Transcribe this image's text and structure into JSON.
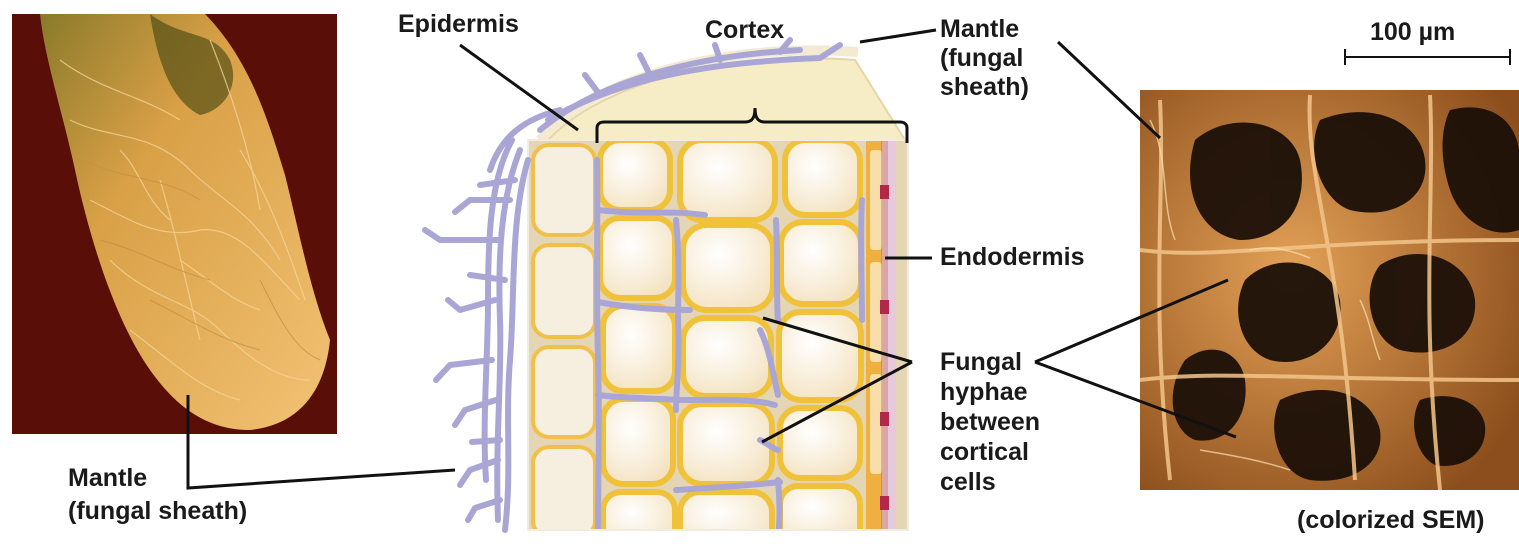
{
  "labels": {
    "epidermis": "Epidermis",
    "cortex": "Cortex",
    "mantle_right": [
      "Mantle",
      "(fungal",
      "sheath)"
    ],
    "scale_bar": "100 µm",
    "endodermis": "Endodermis",
    "fungal_hyphae": [
      "Fungal",
      "hyphae",
      "between",
      "cortical",
      "cells"
    ],
    "mantle_left": [
      "Mantle",
      "(fungal sheath)"
    ],
    "sem_caption": "(colorized SEM)"
  },
  "colors": {
    "photo_background": "#5a0e08",
    "root_sheath": "#e0a24a",
    "hyphae": "#a9a6d6",
    "cortex_cell_wall": "#f0c23c",
    "cortex_cell_fill": "#fbf0dc",
    "endodermis_band": "#b0294a",
    "sem_tone": "#c8823a",
    "sem_dark": "#1c1008",
    "leader_line": "#111111"
  }
}
